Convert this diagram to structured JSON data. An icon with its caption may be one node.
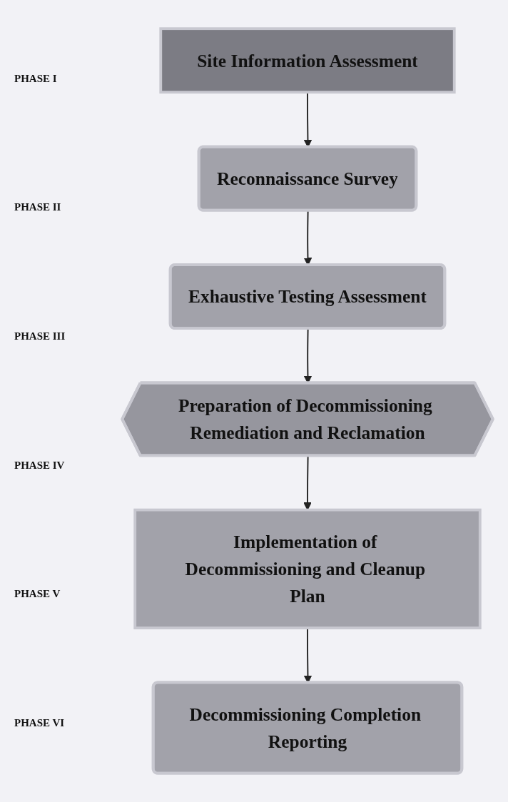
{
  "diagram": {
    "nodes": [
      {
        "text": [
          "Site Information Assessment"
        ]
      },
      {
        "text": [
          "Reconnaissance Survey"
        ]
      },
      {
        "text": [
          "Exhaustive Testing Assessment"
        ]
      },
      {
        "text": [
          "Preparation of Decommissioning Remediation and Reclamation"
        ]
      },
      {
        "text": [
          "Implementation of Decommissioning and Cleanup Plan"
        ]
      },
      {
        "text": [
          "Decommissioning Completion Reporting"
        ]
      }
    ],
    "edges": [
      {
        "from": 0,
        "to": 1,
        "arrow": "to"
      },
      {
        "from": 1,
        "to": 2,
        "arrow": "to"
      },
      {
        "from": 2,
        "to": 3,
        "arrow": "to"
      },
      {
        "from": 3,
        "to": 4,
        "arrow": "to"
      },
      {
        "from": 4,
        "to": 5,
        "arrow": "to"
      }
    ],
    "labels": [
      "PHASE I",
      "PHASE II",
      "PHASE III",
      "PHASE IV",
      "PHASE V",
      "PHASE VI"
    ]
  }
}
